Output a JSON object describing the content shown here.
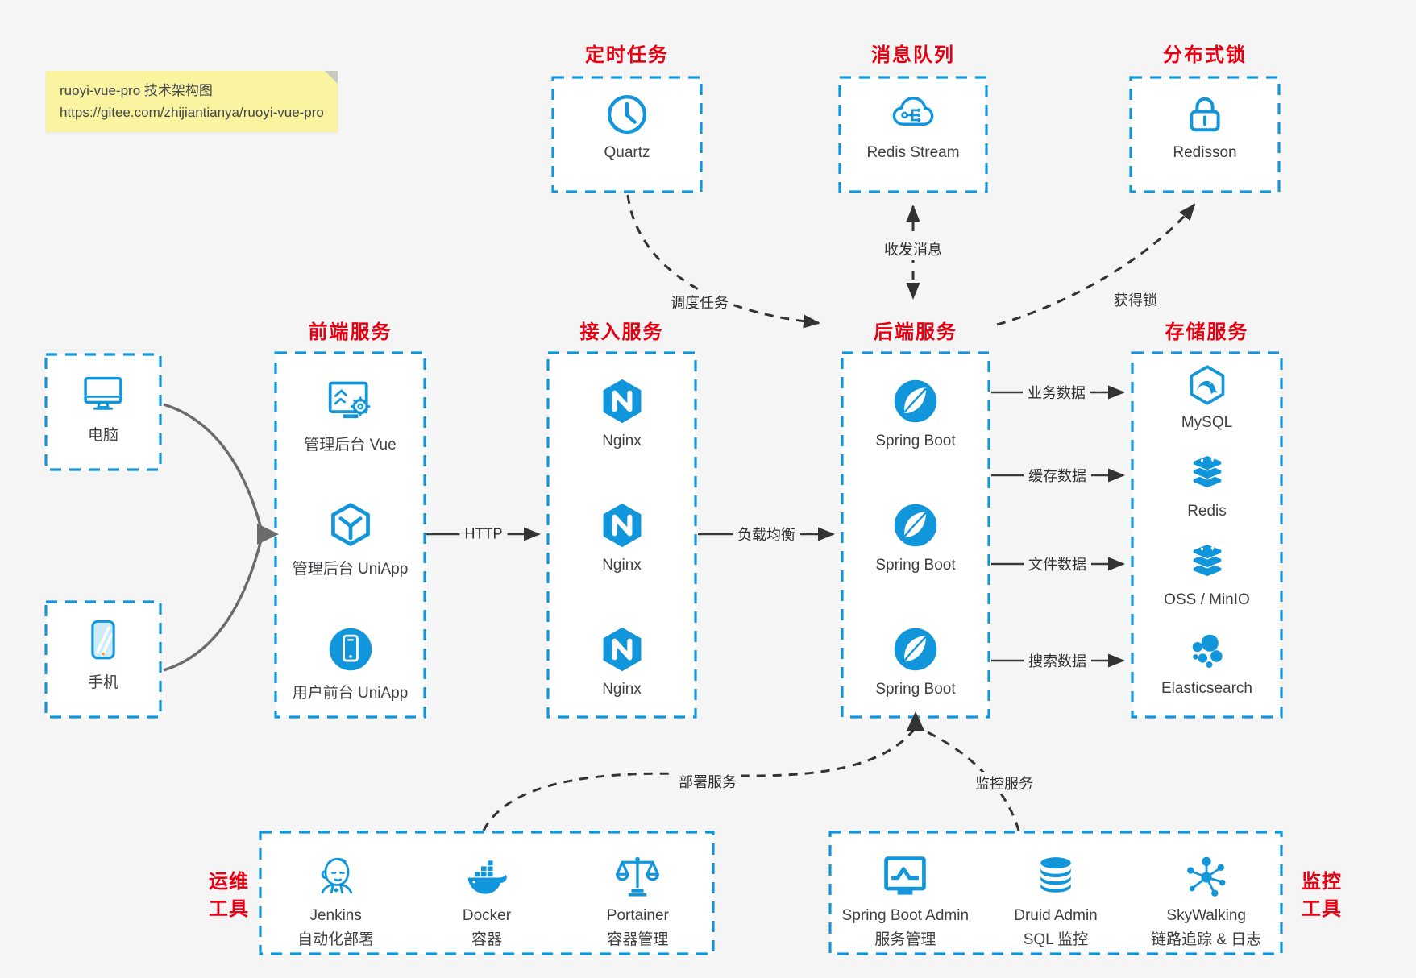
{
  "colors": {
    "accent": "#1296db",
    "title_red": "#e60012",
    "canvas_bg": "#f5f5f6",
    "note_bg": "#faf4a0"
  },
  "note": {
    "line1": "ruoyi-vue-pro 技术架构图",
    "line2": "https://gitee.com/zhijiantianya/ruoyi-vue-pro"
  },
  "top_groups": [
    {
      "title": "定时任务",
      "items": [
        {
          "icon": "clock-icon",
          "label": "Quartz"
        }
      ]
    },
    {
      "title": "消息队列",
      "items": [
        {
          "icon": "cloud-network-icon",
          "label": "Redis Stream"
        }
      ]
    },
    {
      "title": "分布式锁",
      "items": [
        {
          "icon": "lock-icon",
          "label": "Redisson"
        }
      ]
    }
  ],
  "clients": [
    {
      "icon": "desktop-icon",
      "label": "电脑"
    },
    {
      "icon": "phone-icon",
      "label": "手机"
    }
  ],
  "service_groups": [
    {
      "title": "前端服务",
      "items": [
        {
          "icon": "admin-dashboard-icon",
          "label": "管理后台 Vue"
        },
        {
          "icon": "uniapp-cube-icon",
          "label": "管理后台 UniApp"
        },
        {
          "icon": "mobile-app-icon",
          "label": "用户前台 UniApp"
        }
      ]
    },
    {
      "title": "接入服务",
      "items": [
        {
          "icon": "nginx-icon",
          "label": "Nginx"
        },
        {
          "icon": "nginx-icon",
          "label": "Nginx"
        },
        {
          "icon": "nginx-icon",
          "label": "Nginx"
        }
      ]
    },
    {
      "title": "后端服务",
      "items": [
        {
          "icon": "spring-boot-icon",
          "label": "Spring Boot"
        },
        {
          "icon": "spring-boot-icon",
          "label": "Spring Boot"
        },
        {
          "icon": "spring-boot-icon",
          "label": "Spring Boot"
        }
      ]
    },
    {
      "title": "存储服务",
      "items": [
        {
          "icon": "mysql-icon",
          "label": "MySQL"
        },
        {
          "icon": "redis-stack-icon",
          "label": "Redis"
        },
        {
          "icon": "oss-stack-icon",
          "label": "OSS / MinIO"
        },
        {
          "icon": "elasticsearch-icon",
          "label": "Elasticsearch"
        }
      ]
    }
  ],
  "bottom_groups": [
    {
      "side_title": [
        "运维",
        "工具"
      ],
      "items": [
        {
          "icon": "jenkins-icon",
          "label": "Jenkins",
          "sublabel": "自动化部署"
        },
        {
          "icon": "docker-icon",
          "label": "Docker",
          "sublabel": "容器"
        },
        {
          "icon": "portainer-icon",
          "label": "Portainer",
          "sublabel": "容器管理"
        }
      ]
    },
    {
      "side_title": [
        "监控",
        "工具"
      ],
      "items": [
        {
          "icon": "spring-boot-admin-icon",
          "label": "Spring Boot Admin",
          "sublabel": "服务管理"
        },
        {
          "icon": "druid-icon",
          "label": "Druid Admin",
          "sublabel": "SQL 监控"
        },
        {
          "icon": "skywalking-icon",
          "label": "SkyWalking",
          "sublabel": "链路追踪 & 日志"
        }
      ]
    }
  ],
  "edges": {
    "http": "HTTP",
    "load_balance": "负载均衡",
    "schedule": "调度任务",
    "messaging": "收发消息",
    "lock": "获得锁",
    "business_data": "业务数据",
    "cache_data": "缓存数据",
    "file_data": "文件数据",
    "search_data": "搜索数据",
    "deploy": "部署服务",
    "monitor": "监控服务"
  }
}
